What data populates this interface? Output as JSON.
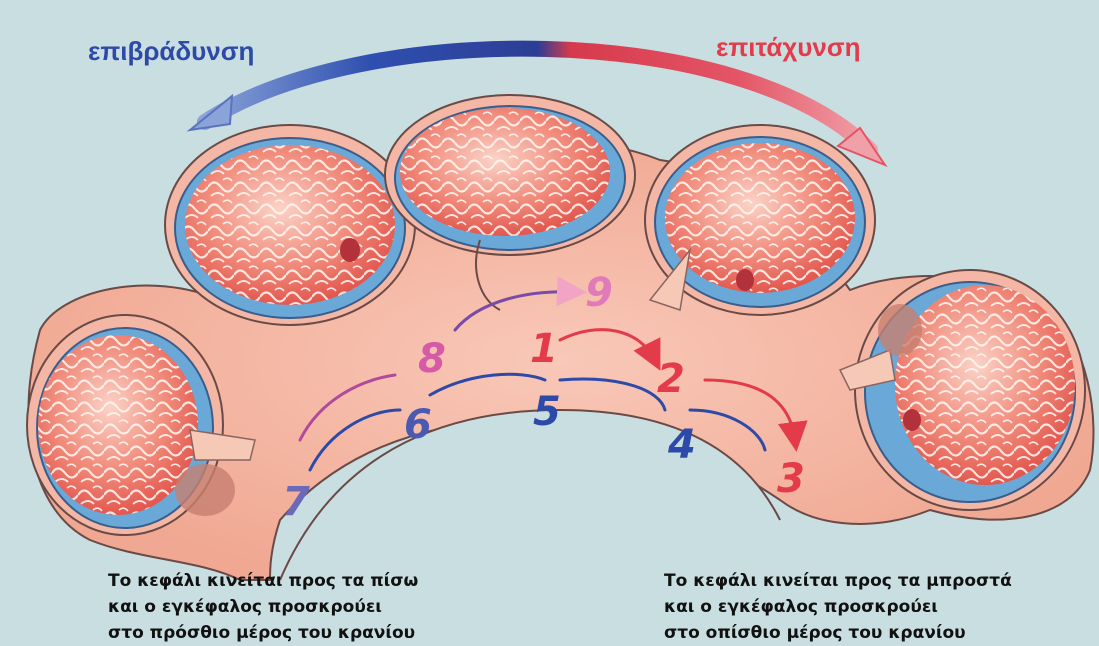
{
  "labels": {
    "deceleration": "επιβράδυνση",
    "acceleration": "επιτάχυνση"
  },
  "sequence_numbers": [
    "1",
    "2",
    "3",
    "4",
    "5",
    "6",
    "7",
    "8",
    "9"
  ],
  "captions": {
    "left": [
      "Το κεφάλι κινείται προς τα πίσω",
      "και ο εγκέφαλος προσκρούει",
      "στο πρόσθιο μέρος του κρανίου"
    ],
    "right": [
      "Το κεφάλι κινείται προς τα μπροστά",
      "και ο εγκέφαλος προσκρούει",
      "στο οπίσθιο μέρος του κρανίου"
    ]
  },
  "colors": {
    "background": "#c9dee0",
    "skin": "#f4b7a6",
    "brain": "#f07a6e",
    "csf": "#6aa8d8",
    "deceleration": "#2d4aa8",
    "acceleration": "#e33b4a",
    "highlight_pink": "#d65aa6"
  },
  "icons": [
    "brain-icon",
    "head-silhouette-icon",
    "curved-arrow-icon"
  ]
}
